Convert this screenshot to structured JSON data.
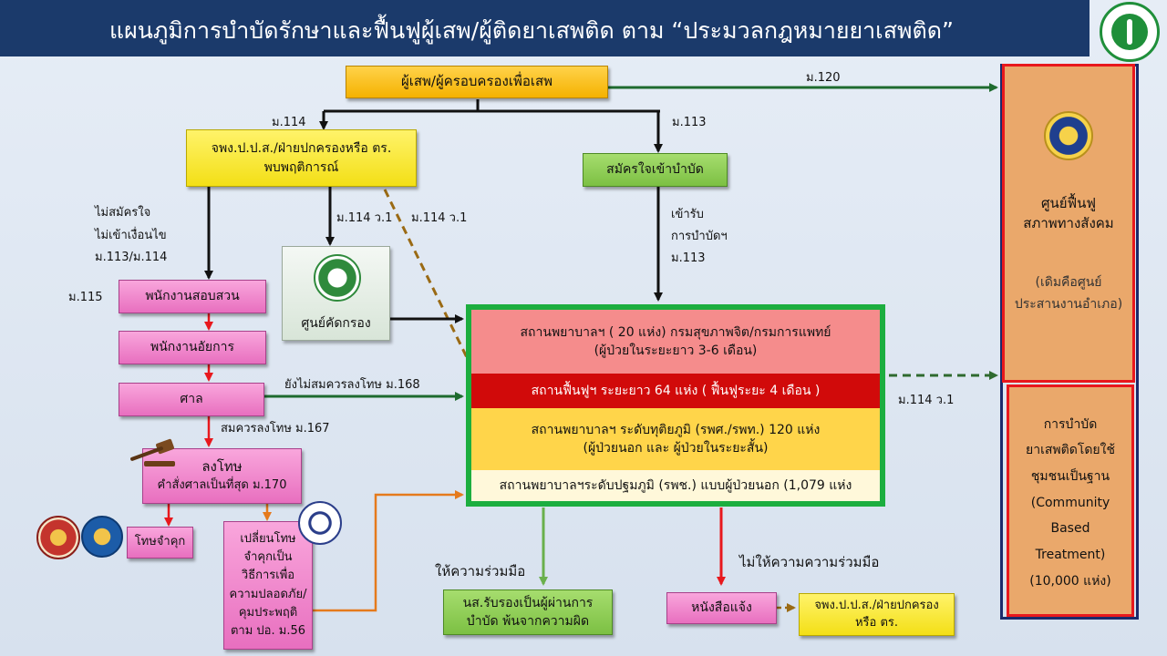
{
  "title": "แผนภูมิการบำบัดรักษาและฟื้นฟูผู้เสพ/ผู้ติดยาเสพติด ตาม “ประมวลกฎหมายยาเสพติด”",
  "logos": {
    "moph_icon": "ministry-of-public-health-logo",
    "social_center_icon": "royal-emblem-icon"
  },
  "nodes": {
    "user": "ผู้เสพ/ผู้ครอบครองเพื่อเสพ",
    "officer": [
      "จพง.ป.ป.ส./ฝ่ายปกครองหรือ ตร.",
      "พบพฤติการณ์"
    ],
    "voluntary": "สมัครใจเข้าบำบัด",
    "screening": "ศูนย์คัดกรอง",
    "investigator": "พนักงานสอบสวน",
    "prosecutor": "พนักงานอัยการ",
    "court": "ศาล",
    "punish": "ลงโทษ",
    "punish_sub": "คำสั่งศาลเป็นที่สุด ม.170",
    "prison": "โทษจำคุก",
    "convert": [
      "เปลี่ยนโทษ",
      "จำคุกเป็น",
      "วิธีการเพื่อ",
      "ความปลอดภัย/",
      "คุมประพฤติ",
      "ตาม ปอ. ม.56"
    ],
    "certified": [
      "นส.รับรองเป็นผู้ผ่านการ",
      "บำบัด พ้นจากความผิด"
    ],
    "notice": "หนังสือแจ้ง",
    "notice_target": [
      "จพง.ป.ป.ส./ฝ่ายปกครอง",
      "หรือ ตร."
    ]
  },
  "facility_bands": [
    [
      "สถานพยาบาลฯ ( 20 แห่ง) กรมสุขภาพจิต/กรมการแพทย์",
      "(ผู้ป่วยในระยะยาว 3-6 เดือน)"
    ],
    [
      "สถานฟื้นฟูฯ ระยะยาว 64 แห่ง ( ฟื้นฟูระยะ 4 เดือน )"
    ],
    [
      "สถานพยาบาลฯ ระดับทุติยภูมิ (รพศ./รพท.) 120 แห่ง",
      "(ผู้ป่วยนอก และ ผู้ป่วยในระยะสั้น)"
    ],
    [
      "สถานพยาบาลฯระดับปฐมภูมิ (รพช.) แบบผู้ป่วยนอก (1,079 แห่ง"
    ]
  ],
  "rehab_center": [
    "ศูนย์ฟื้นฟู",
    "สภาพทางสังคม",
    "(เดิมคือศูนย์",
    "ประสานงานอำเภอ)"
  ],
  "cbtx": [
    "การบำบัด",
    "ยาเสพติดโดยใช้",
    "ชุมชนเป็นฐาน",
    "(Community",
    "Based",
    "Treatment)",
    "(10,000 แห่ง)"
  ],
  "labels": {
    "m120": "ม.120",
    "m114": "ม.114",
    "m113": "ม.113",
    "not_voluntary": [
      "ไม่สมัครใจ",
      "ไม่เข้าเงื่อนไข",
      "ม.113/ม.114"
    ],
    "m114v1_a": "ม.114 ว.1",
    "m114v1_b": "ม.114 ว.1",
    "admitted": [
      "เข้ารับ",
      "การบำบัดฯ",
      "ม.113"
    ],
    "m115": "ม.115",
    "not_yet_punish": "ยังไม่สมควรลงโทษ ม.168",
    "should_punish": "สมควรลงโทษ ม.167",
    "cooperate": "ให้ความร่วมมือ",
    "not_cooperate": "ไม่ให้ความความร่วมมือ",
    "m114v1_c": "ม.114 ว.1"
  },
  "colors": {
    "title_bg": "#1b3a6b",
    "frame_green": "#1cae3f",
    "band_pink": "#f58c8c",
    "band_red": "#d10a0a",
    "band_gold": "#ffd54a",
    "rehab_orange": "#eaa86b",
    "rehab_border": "#e8181d"
  }
}
